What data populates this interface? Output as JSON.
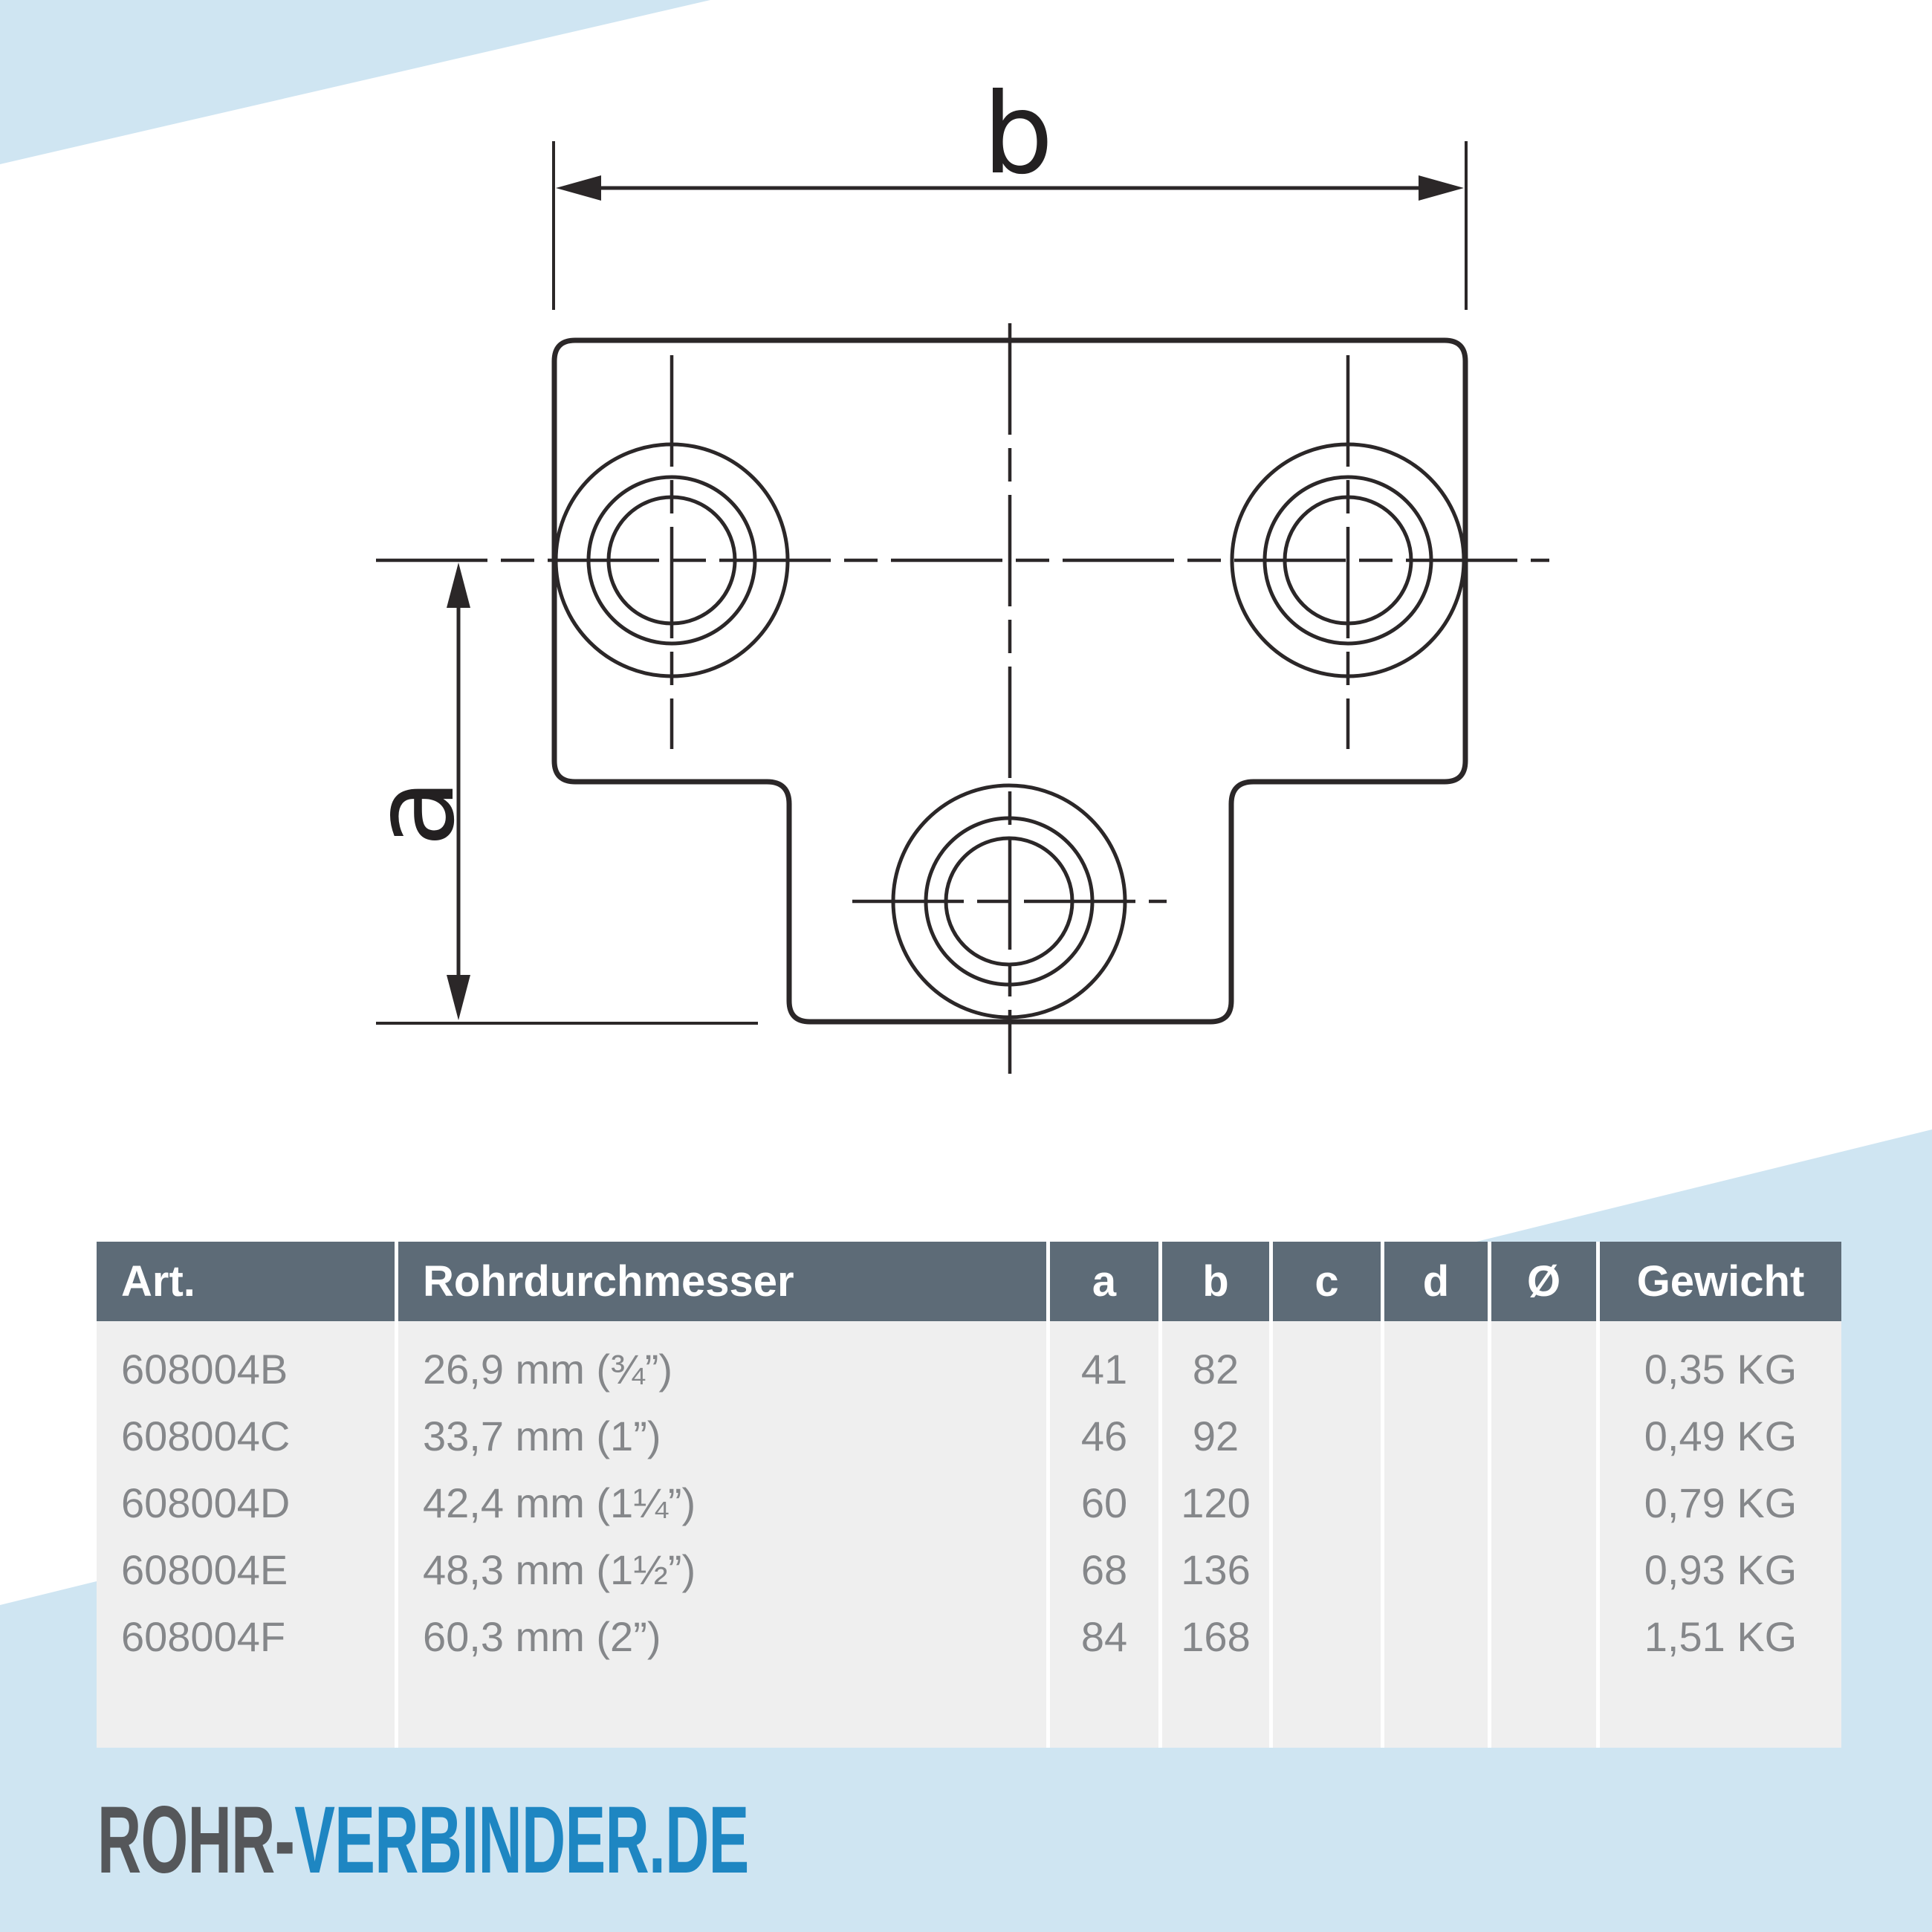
{
  "drawing": {
    "dim_labels": {
      "width": "b",
      "height": "a"
    }
  },
  "table": {
    "headers": {
      "art": "Art.",
      "diameter": "Rohrdurchmesser",
      "a": "a",
      "b": "b",
      "c": "c",
      "d": "d",
      "dia": "Ø",
      "weight": "Gewicht"
    },
    "rows": [
      {
        "art": "608004B",
        "diameter": "26,9 mm (¾”)",
        "a": "41",
        "b": "82",
        "c": "",
        "d": "",
        "dia": "",
        "weight": "0,35 KG"
      },
      {
        "art": "608004C",
        "diameter": "33,7 mm (1”)",
        "a": "46",
        "b": "92",
        "c": "",
        "d": "",
        "dia": "",
        "weight": "0,49 KG"
      },
      {
        "art": "608004D",
        "diameter": "42,4 mm (1¼”)",
        "a": "60",
        "b": "120",
        "c": "",
        "d": "",
        "dia": "",
        "weight": "0,79 KG"
      },
      {
        "art": "608004E",
        "diameter": "48,3 mm (1½”)",
        "a": "68",
        "b": "136",
        "c": "",
        "d": "",
        "dia": "",
        "weight": "0,93 KG"
      },
      {
        "art": "608004F",
        "diameter": "60,3 mm (2”)",
        "a": "84",
        "b": "168",
        "c": "",
        "d": "",
        "dia": "",
        "weight": "1,51 KG"
      }
    ]
  },
  "logo": {
    "prefix": "ROHR-",
    "suffix": "VERBINDER.DE"
  },
  "colors": {
    "accent_light_blue": "#cfe5f2",
    "table_header_slate": "#5d6b77",
    "table_body_gray": "#efefef",
    "table_text_gray": "#85878a",
    "logo_gray": "#55575a",
    "logo_blue": "#1e86c2",
    "drawing_line": "#2b2728"
  }
}
